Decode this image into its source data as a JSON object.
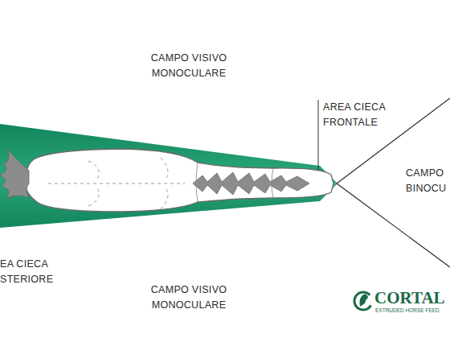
{
  "diagram": {
    "labels": [
      "CAMPO VISIVO MONOCULARE",
      "AREA CIECA FRONTALE",
      "CAMPO BINOCU",
      "EA CIECA STERIORE",
      "CAMPO VISIVO MONOCULARE",
      "CORTAL",
      "EXTRUDED HORSE FEED"
    ]
  }
}
